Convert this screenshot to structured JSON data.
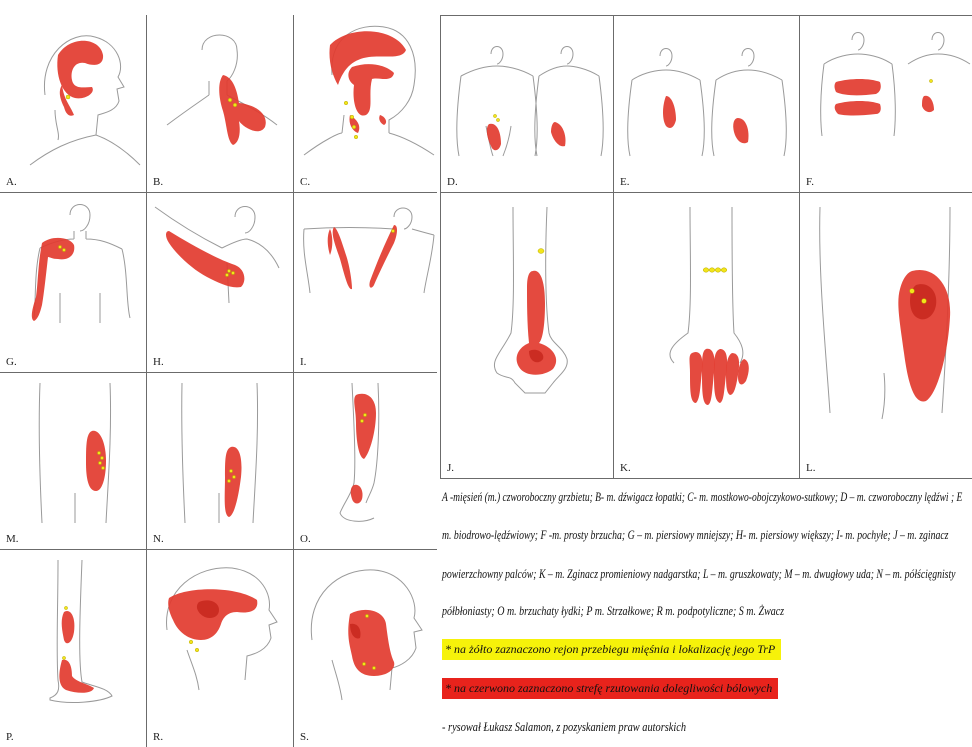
{
  "panels": {
    "A": "A.",
    "B": "B.",
    "C": "C.",
    "D": "D.",
    "E": "E.",
    "F": "F.",
    "G": "G.",
    "H": "H.",
    "I": "I.",
    "J": "J.",
    "K": "K.",
    "L": "L.",
    "M": "M.",
    "N": "N.",
    "O": "O.",
    "P": "P.",
    "R": "R.",
    "S": "S."
  },
  "legend": {
    "line1": "A -mięsień (m.) czworoboczny grzbietu; B- m. dźwigacz łopatki; C- m. mostkowo-obojczykowo-sutkowy; D – m. czworoboczny lędźwi ; E",
    "line2": "m. biodrowo-lędźwiowy; F -m. prosty brzucha; G – m. piersiowy mniejszy; H- m. piersiowy większy; I- m. pochyłe; J – m. zginacz",
    "line3": "powierzchowny palców; K – m. Zginacz promieniowy nadgarstka; L – m. gruszkowaty; M – m. dwugłowy uda; N – m. półścięgnisty",
    "line4": "półbłoniasty; O   m. brzuchaty łydki; P   m. Strzałkowe; R   m. podpotyliczne; S   m. Żwacz",
    "yellow_note": "* na żółto zaznaczono rejon przebiegu mięśnia i lokalizację jego TrP",
    "red_note": "* na czerwono zaznaczono strefę rzutowania dolegliwości bólowych",
    "credit": "- rysował Łukasz Salamon, z pozyskaniem praw autorskich"
  },
  "colors": {
    "pain_zone": "#e23b2f",
    "trigger_point": "#f2e51a",
    "yellow_highlight": "#f6f20a",
    "red_highlight": "#e8231c"
  }
}
